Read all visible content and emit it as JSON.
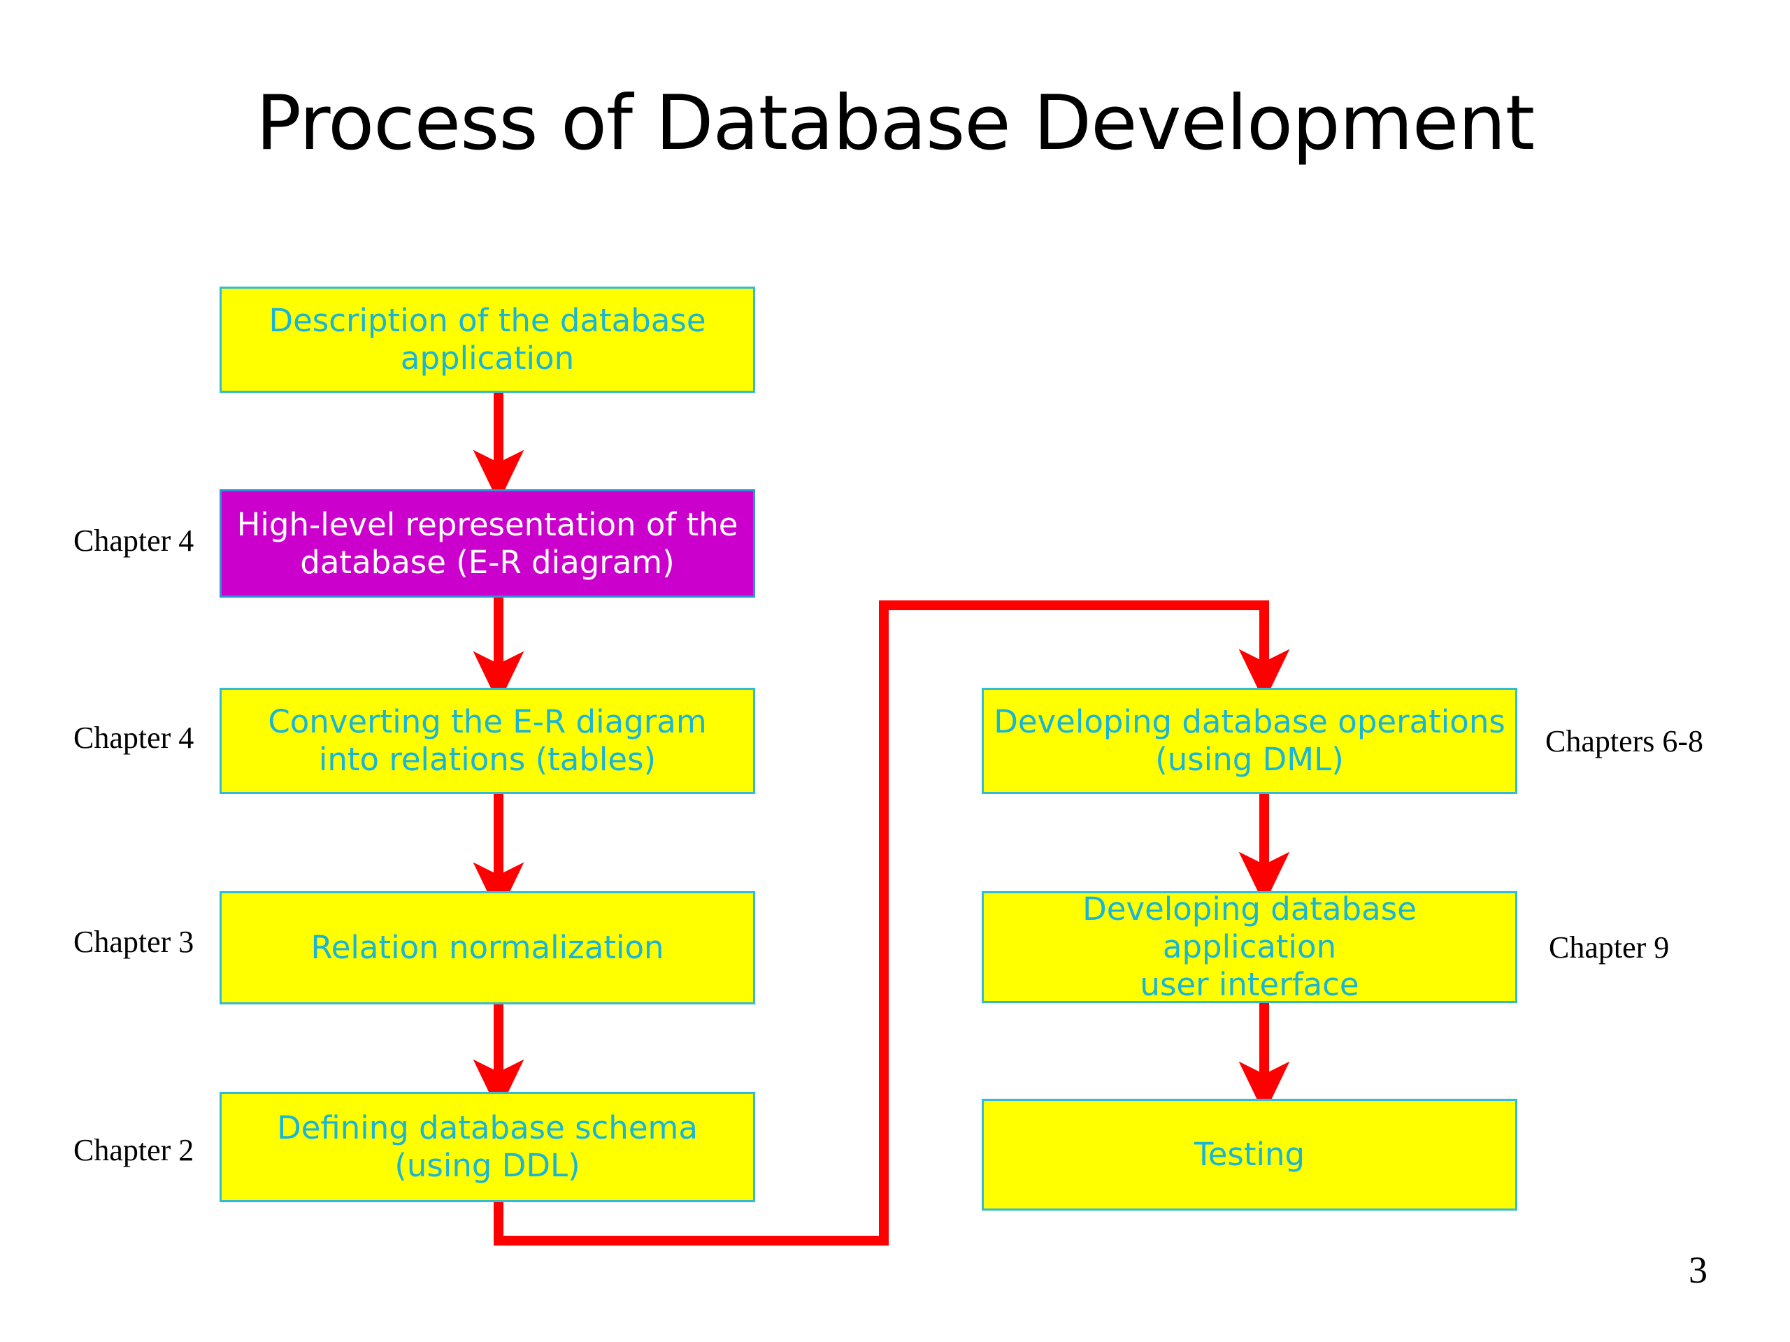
{
  "slide": {
    "title": "Process of Database Development",
    "page_number": "3",
    "background_color": "#ffffff"
  },
  "palette": {
    "box_fill_yellow": "#ffff00",
    "box_fill_magenta": "#cc00cc",
    "box_border_cyan": "#33bbd4",
    "box_border_blue": "#2f8fd8",
    "box_text_cyan": "#17b5d8",
    "box_text_white": "#ffffff",
    "arrow_red": "#ff0000",
    "label_black": "#000000"
  },
  "left_column": {
    "boxes": [
      {
        "id": "description-of-database-application",
        "line1": "Description of the database",
        "line2": "application",
        "style": "yellow",
        "chapter": ""
      },
      {
        "id": "high-level-representation",
        "line1": "High-level representation of the",
        "line2": "database (E-R diagram)",
        "style": "magenta",
        "chapter": "Chapter 4"
      },
      {
        "id": "converting-er-to-relations",
        "line1": "Converting the E-R diagram",
        "line2": "into relations (tables)",
        "style": "yellow",
        "chapter": "Chapter 4"
      },
      {
        "id": "relation-normalization",
        "line1": "Relation normalization",
        "line2": "",
        "style": "yellow",
        "chapter": "Chapter 3"
      },
      {
        "id": "defining-database-schema",
        "line1": "Defining database schema",
        "line2": "(using DDL)",
        "style": "yellow",
        "chapter": "Chapter 2"
      }
    ]
  },
  "right_column": {
    "boxes": [
      {
        "id": "developing-database-operations",
        "line1": "Developing database operations",
        "line2": "(using DML)",
        "style": "yellow",
        "chapter": "Chapters 6-8"
      },
      {
        "id": "developing-application-ui",
        "line1": "Developing database application",
        "line2": "user interface",
        "style": "yellow",
        "chapter": "Chapter 9"
      },
      {
        "id": "testing",
        "line1": "Testing",
        "line2": "",
        "style": "yellow",
        "chapter": ""
      }
    ]
  },
  "connectors": {
    "arrow_color": "#ff0000",
    "arrow_stroke_width": 14,
    "items": [
      {
        "id": "arrow-description-to-highlevel",
        "kind": "vertical-arrow"
      },
      {
        "id": "arrow-highlevel-to-converting",
        "kind": "vertical-arrow"
      },
      {
        "id": "arrow-converting-to-normalization",
        "kind": "vertical-arrow"
      },
      {
        "id": "arrow-normalization-to-schema",
        "kind": "vertical-arrow"
      },
      {
        "id": "arrow-schema-to-operations",
        "kind": "elbow-arrow"
      },
      {
        "id": "arrow-operations-to-ui",
        "kind": "vertical-arrow"
      },
      {
        "id": "arrow-ui-to-testing",
        "kind": "vertical-arrow"
      }
    ]
  }
}
